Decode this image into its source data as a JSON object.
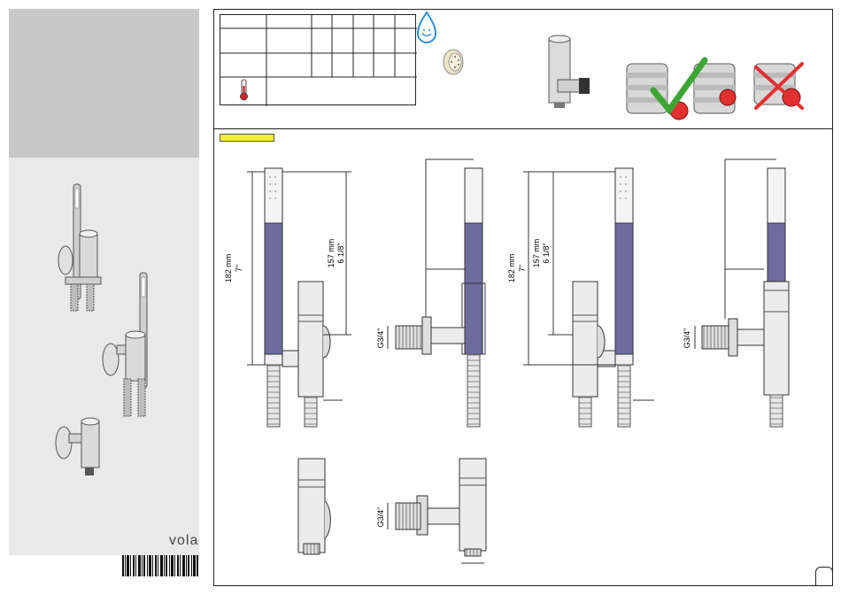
{
  "brand": {
    "name": "vola"
  },
  "dimensions": {
    "a_mm": "182 mm",
    "a_in": "7\"",
    "b_mm": "157 mm",
    "b_in": "6 1/8\"",
    "thread": "G3/4\""
  },
  "colors": {
    "sidebar_top": "#c8c8c8",
    "sidebar_bottom": "#e9e9e9",
    "handle_blue": "#6d6c9e",
    "tag_yellow": "#f4ec35",
    "accent_red": "#e23030",
    "check_green": "#3da535",
    "water_blue": "#2d8fdc"
  },
  "icons": [
    "water-drop-icon",
    "thermometer-icon",
    "aerator-icon",
    "check-icon",
    "cross-icon"
  ]
}
